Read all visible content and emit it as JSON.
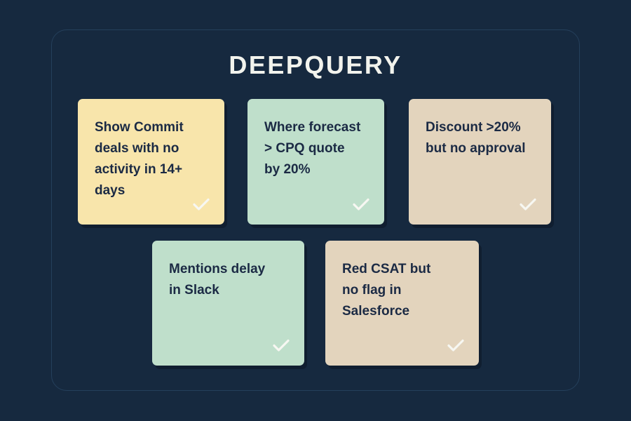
{
  "page": {
    "title": "DEEPQUERY",
    "background_color": "#16293f",
    "panel_border_color": "#25405c",
    "title_color": "#f2f3ed",
    "card_text_color": "#1b2a44",
    "check_color": "#f7f7f2"
  },
  "cards": [
    {
      "text": "Show Commit\ndeals with no\nactivity in 14+\ndays",
      "color": "#f8e5ab",
      "check_icon": "check-icon",
      "checked": true
    },
    {
      "text": "Where forecast\n> CPQ quote\nby 20%",
      "color": "#bfdfcb",
      "check_icon": "check-icon",
      "checked": true
    },
    {
      "text": "Discount >20%\nbut no approval",
      "color": "#e3d4bd",
      "check_icon": "check-icon",
      "checked": true
    },
    {
      "text": "Mentions delay\nin Slack",
      "color": "#bfdfcb",
      "check_icon": "check-icon",
      "checked": true
    },
    {
      "text": "Red CSAT but\nno flag in\nSalesforce",
      "color": "#e3d4bd",
      "check_icon": "check-icon",
      "checked": true
    }
  ]
}
